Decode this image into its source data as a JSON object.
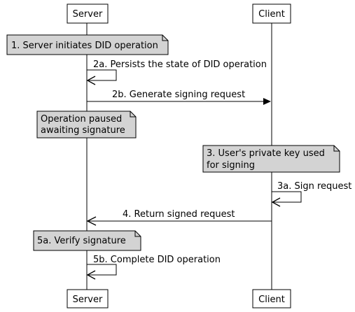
{
  "participants": {
    "server": "Server",
    "client": "Client"
  },
  "notes": {
    "n1": "1. Server initiates DID operation",
    "n2_line1": "Operation paused",
    "n2_line2": "awaiting signature",
    "n3_line1": "3. User's private key used",
    "n3_line2": "for signing",
    "n5a": "5a. Verify signature"
  },
  "messages": {
    "m2a": "2a. Persists the state of DID operation",
    "m2b": "2b. Generate signing request",
    "m3a": "3a. Sign request",
    "m4": "4. Return signed request",
    "m5b": "5b. Complete DID operation"
  },
  "colors": {
    "note_fill": "#d3d3d3",
    "line": "#000000"
  }
}
